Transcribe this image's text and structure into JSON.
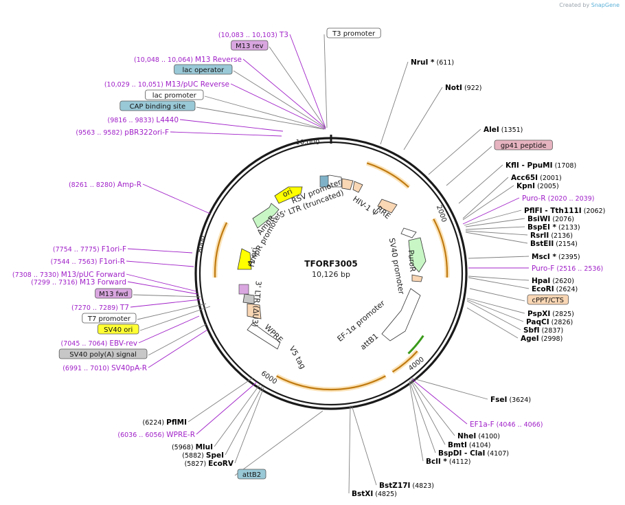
{
  "watermark": {
    "prefix": "Created by",
    "brand": "SnapGene"
  },
  "plasmid": {
    "name": "TFORF3005",
    "size_label": "10,126 bp"
  },
  "ticks": [
    "10,000",
    "2000",
    "4000",
    "6000",
    "8000"
  ],
  "colors": {
    "ring": "#1a1a1a",
    "enzyme_line": "#7f7f7f",
    "primer": "#a020c8",
    "feature_ori": "#ffff00",
    "feature_green": "#c8f7c5",
    "feature_orange": "#f5ad4a",
    "feature_peach": "#f9d6b4",
    "box_white": "#ffffff",
    "box_purple": "#d9a6e0",
    "box_blue": "#99c8d6",
    "box_pink": "#e6b3c0",
    "box_yellow": "#ffff33",
    "box_gray": "#c7c7c7"
  },
  "left_labels": [
    {
      "range": "(10,083 .. 10,103)",
      "name": "T3",
      "kind": "primer"
    },
    {
      "name": "M13 rev",
      "kind": "box_purple"
    },
    {
      "range": "(10,048 .. 10,064)",
      "name": "M13 Reverse",
      "kind": "primer"
    },
    {
      "name": "lac operator",
      "kind": "box_blue"
    },
    {
      "range": "(10,029 .. 10,051)",
      "name": "M13/pUC Reverse",
      "kind": "primer"
    },
    {
      "name": "lac promoter",
      "kind": "box_white"
    },
    {
      "name": "CAP binding site",
      "kind": "box_blue"
    },
    {
      "range": "(9816 .. 9833)",
      "name": "L4440",
      "kind": "primer"
    },
    {
      "range": "(9563 .. 9582)",
      "name": "pBR322ori-F",
      "kind": "primer"
    },
    {
      "range": "(8261 .. 8280)",
      "name": "Amp-R",
      "kind": "primer"
    },
    {
      "range": "(7754 .. 7775)",
      "name": "F1ori-F",
      "kind": "primer"
    },
    {
      "range": "(7544 .. 7563)",
      "name": "F1ori-R",
      "kind": "primer"
    },
    {
      "range": "(7308 .. 7330)",
      "name": "M13/pUC Forward",
      "kind": "primer"
    },
    {
      "range": "(7299 .. 7316)",
      "name": "M13 Forward",
      "kind": "primer"
    },
    {
      "name": "M13 fwd",
      "kind": "box_purple"
    },
    {
      "range": "(7270 .. 7289)",
      "name": "T7",
      "kind": "primer"
    },
    {
      "name": "T7 promoter",
      "kind": "box_white"
    },
    {
      "name": "SV40 ori",
      "kind": "box_yellow"
    },
    {
      "range": "(7045 .. 7064)",
      "name": "EBV-rev",
      "kind": "primer"
    },
    {
      "name": "SV40 poly(A) signal",
      "kind": "box_gray"
    },
    {
      "range": "(6991 .. 7010)",
      "name": "SV40pA-R",
      "kind": "primer"
    },
    {
      "range": "(6224)",
      "name": "PflMI",
      "kind": "enzyme"
    },
    {
      "range": "(6036 .. 6056)",
      "name": "WPRE-R",
      "kind": "primer"
    },
    {
      "range": "(5968)",
      "name": "MluI",
      "kind": "enzyme"
    },
    {
      "range": "(5882)",
      "name": "SpeI",
      "kind": "enzyme"
    },
    {
      "range": "(5827)",
      "name": "EcoRV",
      "kind": "enzyme"
    }
  ],
  "right_labels": [
    {
      "name": "T3 promoter",
      "kind": "box_white"
    },
    {
      "name": "NruI *",
      "range": "(611)",
      "kind": "enzyme"
    },
    {
      "name": "NotI",
      "range": "(922)",
      "kind": "enzyme"
    },
    {
      "name": "AleI",
      "range": "(1351)",
      "kind": "enzyme"
    },
    {
      "name": "gp41 peptide",
      "kind": "box_pink"
    },
    {
      "name": "KflI",
      "name2": "- PpuMI",
      "range": "(1708)",
      "kind": "enzyme"
    },
    {
      "name": "Acc65I",
      "range": "(2001)",
      "kind": "enzyme"
    },
    {
      "name": "KpnI",
      "range": "(2005)",
      "kind": "enzyme"
    },
    {
      "name": "Puro-R",
      "range": "(2020 .. 2039)",
      "kind": "primer"
    },
    {
      "name": "PflFI",
      "name2": "- Tth111I",
      "range": "(2062)",
      "kind": "enzyme"
    },
    {
      "name": "BsiWI",
      "range": "(2076)",
      "kind": "enzyme"
    },
    {
      "name": "BspEI *",
      "range": "(2133)",
      "kind": "enzyme"
    },
    {
      "name": "RsrII",
      "range": "(2136)",
      "kind": "enzyme"
    },
    {
      "name": "BstEII",
      "range": "(2154)",
      "kind": "enzyme"
    },
    {
      "name": "MscI *",
      "range": "(2395)",
      "kind": "enzyme"
    },
    {
      "name": "Puro-F",
      "range": "(2516 .. 2536)",
      "kind": "primer"
    },
    {
      "name": "HpaI",
      "range": "(2620)",
      "kind": "enzyme"
    },
    {
      "name": "EcoRI",
      "range": "(2624)",
      "kind": "enzyme"
    },
    {
      "name": "cPPT/CTS",
      "kind": "box_peach"
    },
    {
      "name": "PspXI",
      "range": "(2825)",
      "kind": "enzyme"
    },
    {
      "name": "PaqCI",
      "range": "(2826)",
      "kind": "enzyme"
    },
    {
      "name": "SbfI",
      "range": "(2837)",
      "kind": "enzyme"
    },
    {
      "name": "AgeI",
      "range": "(2998)",
      "kind": "enzyme"
    },
    {
      "name": "FseI",
      "range": "(3624)",
      "kind": "enzyme"
    },
    {
      "name": "EF1a-F",
      "range": "(4046 .. 4066)",
      "kind": "primer"
    },
    {
      "name": "NheI",
      "range": "(4100)",
      "kind": "enzyme"
    },
    {
      "name": "BmtI",
      "range": "(4104)",
      "kind": "enzyme"
    },
    {
      "name": "BspDI",
      "name2": "- ClaI",
      "range": "(4107)",
      "kind": "enzyme"
    },
    {
      "name": "BclI *",
      "range": "(4112)",
      "kind": "enzyme"
    },
    {
      "name": "attB2",
      "kind": "box_blue"
    },
    {
      "name": "BstZ17I",
      "range": "(4823)",
      "kind": "enzyme"
    },
    {
      "name": "BstXI",
      "range": "(4825)",
      "kind": "enzyme"
    }
  ],
  "inner_labels": [
    "ori",
    "RSV promoter",
    "5' LTR (truncated)",
    "HIV-1 Ψ",
    "RRE",
    "AmpR",
    "AmpR promoter",
    "f1 ori",
    "3' LTR (ΔU3)",
    "WPRE",
    "V5 tag",
    "SV40 promoter",
    "PuroR",
    "EF-1α promoter",
    "attB1"
  ]
}
